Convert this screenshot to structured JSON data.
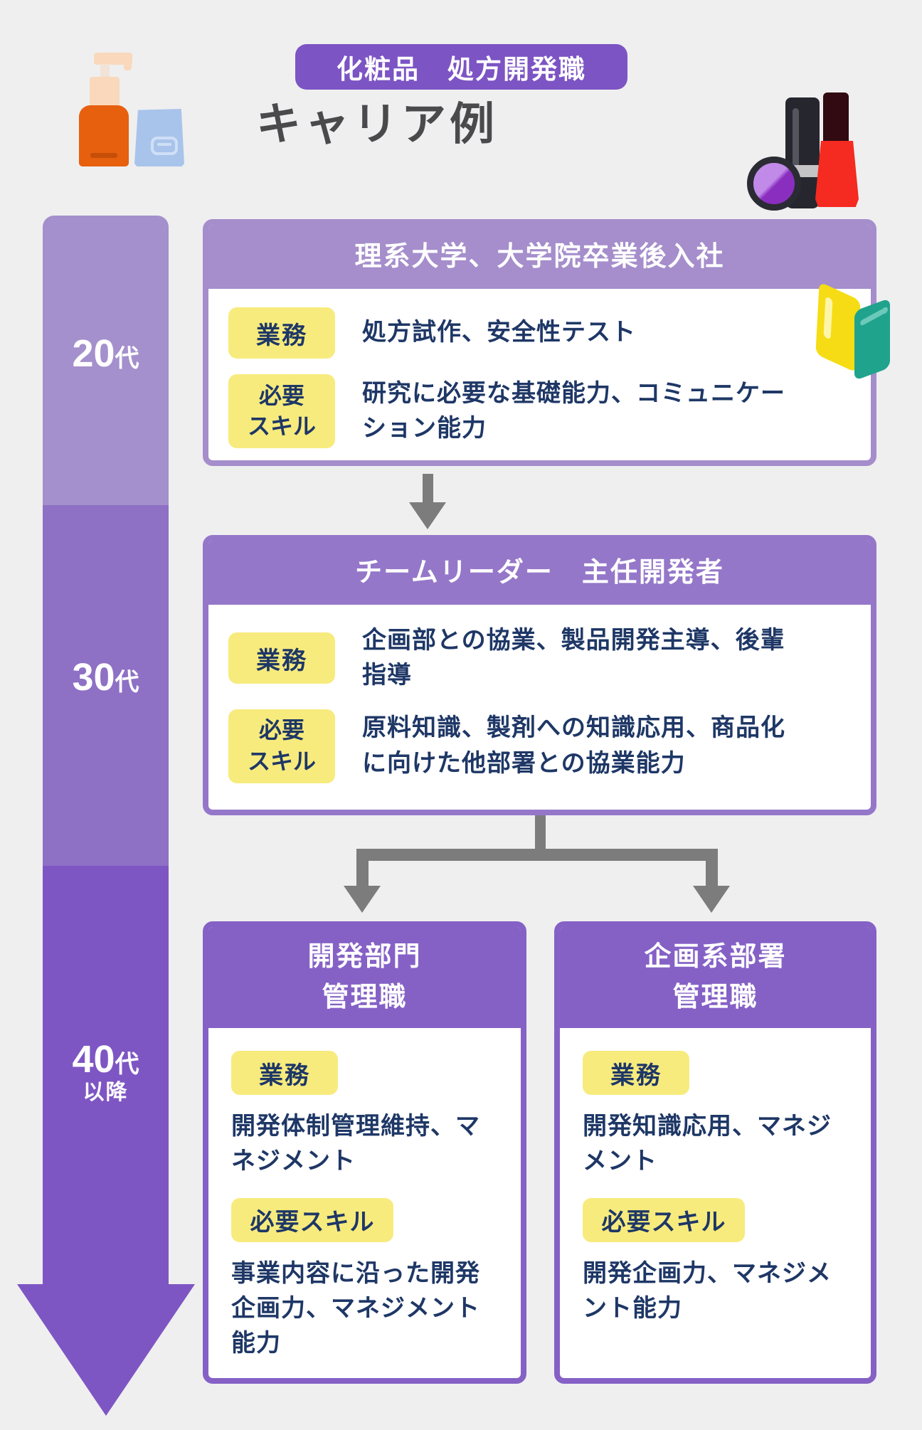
{
  "header": {
    "badge": "化粧品　処方開発職",
    "title": "キャリア例"
  },
  "timeline": [
    {
      "num": "20",
      "unit": "代",
      "sub": ""
    },
    {
      "num": "30",
      "unit": "代",
      "sub": ""
    },
    {
      "num": "40",
      "unit": "代",
      "sub": "以降"
    }
  ],
  "labels": {
    "duty": "業務",
    "skill_two_line": "必要\nスキル",
    "skill_one_line": "必要スキル"
  },
  "stages": [
    {
      "title": "理系大学、大学院卒業後入社",
      "duty": "処方試作、安全性テスト",
      "skill": "研究に必要な基礎能力、コミュニケーション能力"
    },
    {
      "title": "チームリーダー　主任開発者",
      "duty": "企画部との協業、製品開発主導、後輩指導",
      "skill": "原料知識、製剤への知識応用、商品化に向けた他部署との協業能力"
    },
    {
      "title": "開発部門\n管理職",
      "duty": "開発体制管理維持、マネジメント",
      "skill": "事業内容に沿った開発企画力、マネジメント能力"
    },
    {
      "title": "企画系部署\n管理職",
      "duty": "開発知識応用、マネジメント",
      "skill": "開発企画力、マネジメント能力"
    }
  ],
  "icons": {
    "left": "cosmetics-bottle-and-tube",
    "right": "makeup-set",
    "book": "open-book"
  },
  "colors": {
    "background": "#efeff0",
    "badge_purple": "#7c54c4",
    "stage1_purple": "#a58ecb",
    "stage2_purple": "#9577c9",
    "stage3_purple": "#8561c6",
    "timeline_seg1": "#a490cc",
    "timeline_seg2": "#8e70c5",
    "timeline_seg3": "#7e56c3",
    "pill_yellow": "#f7eb7d",
    "text_navy": "#1e3766",
    "arrow_gray": "#7c7c7c"
  }
}
